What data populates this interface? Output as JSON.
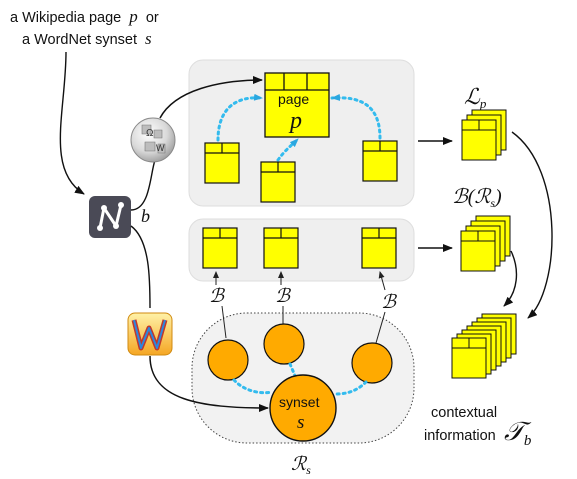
{
  "input": {
    "line1": "a Wikipedia page",
    "line1_var": "p",
    "line1_suffix": "or",
    "line2": "a WordNet synset",
    "line2_var": "s"
  },
  "labels": {
    "b": "b",
    "page_word": "page",
    "page_var": "p",
    "synset_word": "synset",
    "synset_var": "s",
    "B": "𝓑",
    "Lp_main": "ℒ",
    "Lp_sub": "p",
    "BRs_text": "ℬ(ℛ",
    "BRs_sub": "s",
    "BRs_close": ")",
    "Rs_main": "ℛ",
    "Rs_sub": "s",
    "contextual_line1": "contextual",
    "contextual_line2": "information",
    "Tb_main": "𝒯",
    "Tb_sub": "b"
  },
  "icons": {
    "wikipedia": "wikipedia-globe-icon",
    "babelnet": "babelnet-logo-icon",
    "wordnet": "wordnet-logo-icon"
  },
  "colors": {
    "doc_fill": "#ffff00",
    "node_fill": "#ffaa00",
    "dotted_arrow": "#33bbee",
    "panel_fill": "#efefef"
  }
}
